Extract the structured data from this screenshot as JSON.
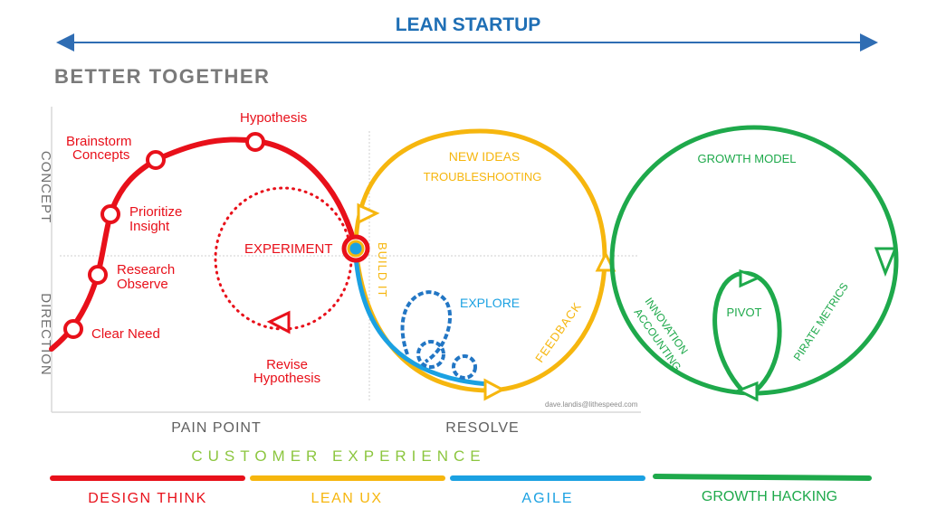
{
  "header": {
    "title": "LEAN STARTUP",
    "subtitle": "BETTER TOGETHER"
  },
  "axes": {
    "y_top": "CONCEPT",
    "y_bottom": "DIRECTION",
    "x_left": "PAIN POINT",
    "x_right": "RESOLVE"
  },
  "design_think": {
    "steps": [
      "Clear Need",
      "Research",
      "Observe",
      "Prioritize",
      "Insight",
      "Brainstorm",
      "Concepts",
      "Hypothesis"
    ],
    "experiment": "EXPERIMENT",
    "revise": [
      "Revise",
      "Hypothesis"
    ]
  },
  "lean_ux": {
    "new_ideas": "NEW IDEAS",
    "troubleshooting": "TROUBLESHOOTING",
    "build_it": "BUILD IT",
    "feedback": "FEEDBACK",
    "explore": "EXPLORE"
  },
  "growth": {
    "model": "GROWTH MODEL",
    "innovation": "INNOVATION",
    "accounting": "ACCOUNTING",
    "pivot": "PIVOT",
    "pirate_metrics": "PIRATE METRICS"
  },
  "credit": "dave.landis@lithespeed.com",
  "customer_experience": "CUSTOMER EXPERIENCE",
  "legend": [
    {
      "label": "DESIGN THINK",
      "color": "#e8101a"
    },
    {
      "label": "LEAN UX",
      "color": "#f6b60e"
    },
    {
      "label": "AGILE",
      "color": "#1ba1e2"
    },
    {
      "label": "GROWTH HACKING",
      "color": "#1ea94b"
    }
  ],
  "colors": {
    "title_blue": "#1f6fb5",
    "subtitle_gray": "#7a7a7a",
    "red": "#e8101a",
    "yellow": "#f6b60e",
    "blue": "#1ba1e2",
    "dark_blue": "#2276c4",
    "green": "#1ea94b",
    "light_green": "#8cc63f"
  }
}
